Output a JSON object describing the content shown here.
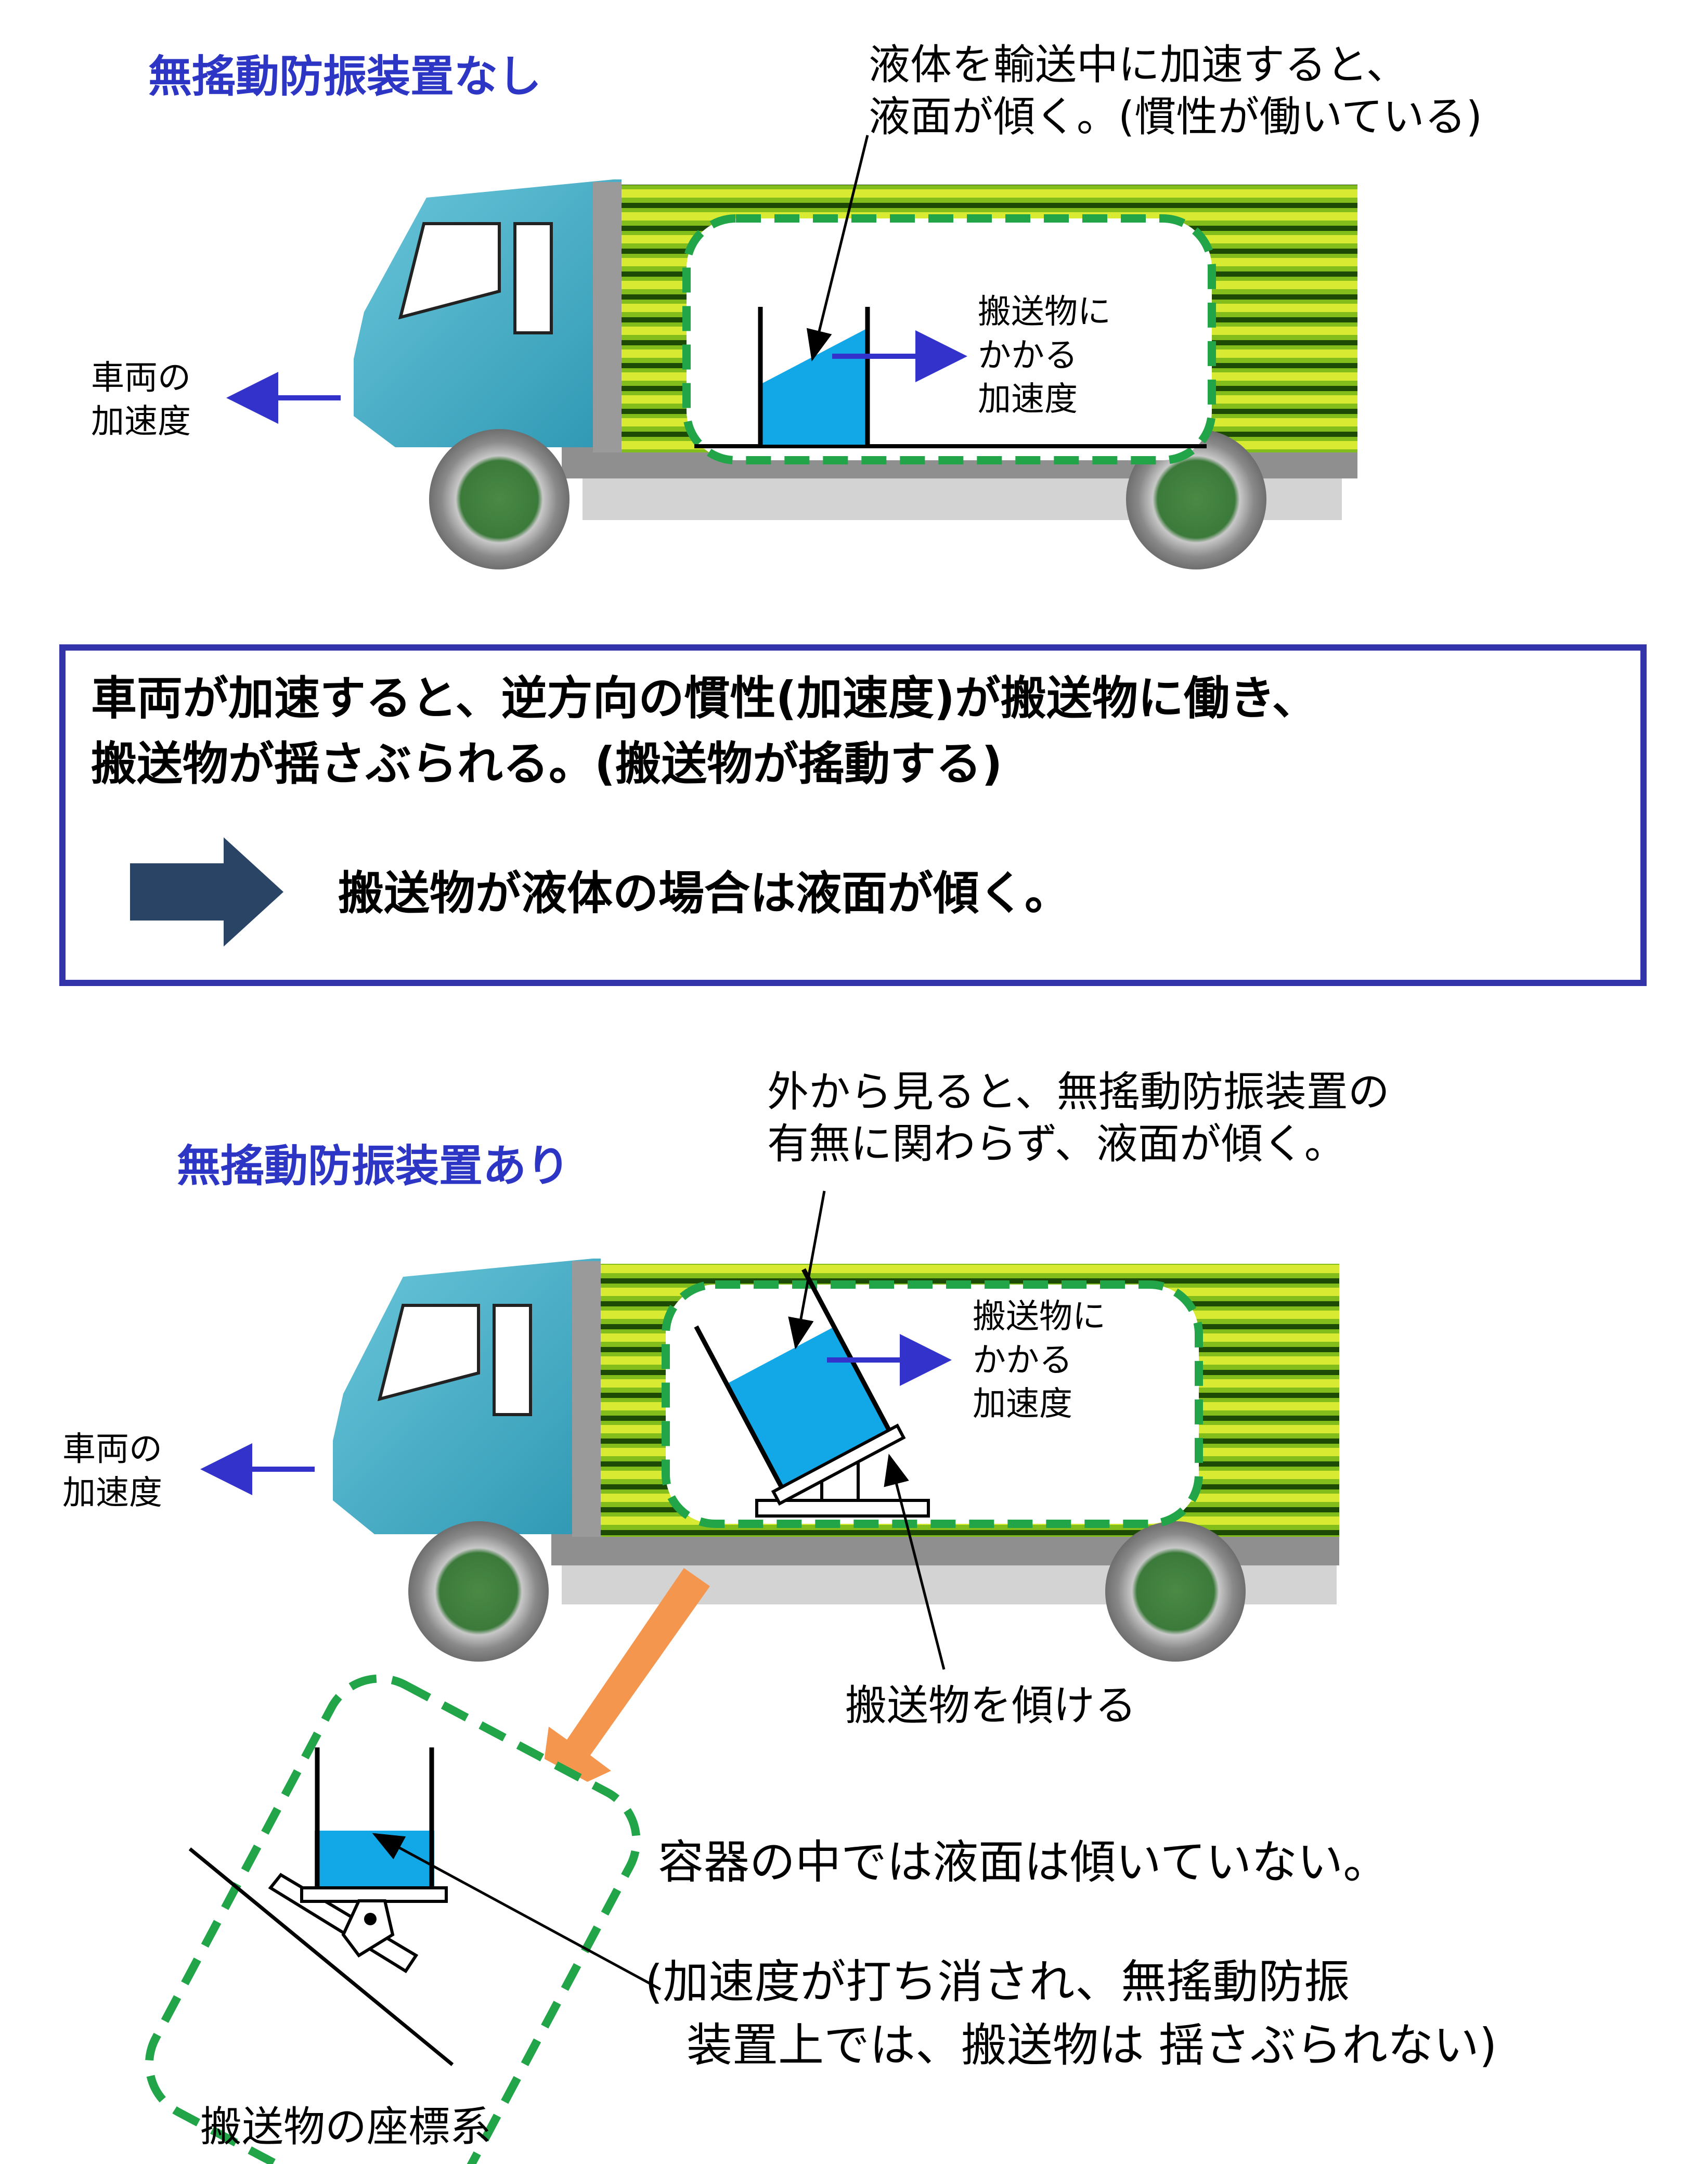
{
  "top": {
    "title": "無搖動防振装置なし",
    "note": [
      "液体を輸送中に加速すると、",
      "液面が傾く。(慣性が働いている)"
    ],
    "cargo_accel": [
      "搬送物に",
      "かかる",
      "加速度"
    ],
    "vehicle_accel": [
      "車両の",
      "加速度"
    ]
  },
  "summary": {
    "lines": [
      "車両が加速すると、逆方向の慣性(加速度)が搬送物に働き、",
      "搬送物が揺さぶられる。(搬送物が搖動する)"
    ],
    "result": "搬送物が液体の場合は液面が傾く。"
  },
  "bottom": {
    "title": "無搖動防振装置あり",
    "note": [
      "外から見ると、無搖動防振装置の",
      "有無に関わらず、液面が傾く。"
    ],
    "cargo_accel": [
      "搬送物に",
      "かかる",
      "加速度"
    ],
    "vehicle_accel": [
      "車両の",
      "加速度"
    ],
    "tilt_label": "搬送物を傾ける",
    "inner_statement": "容器の中では液面は傾いていない。",
    "inner_explain": [
      "(加速度が打ち消され、無搖動防振",
      "装置上では、搬送物は 揺さぶられない)"
    ],
    "coord_label": "搬送物の座標系"
  },
  "colors": {
    "title": "#2d35c4",
    "arrow_blue": "#3333cc",
    "cab": "#45b0c8",
    "stripe": "#7ab61c",
    "liquid": "#12a7e6",
    "dash": "#22a548",
    "orange": "#f5964f",
    "navy_arrow": "#2a4466",
    "box_border": "#3333aa"
  }
}
